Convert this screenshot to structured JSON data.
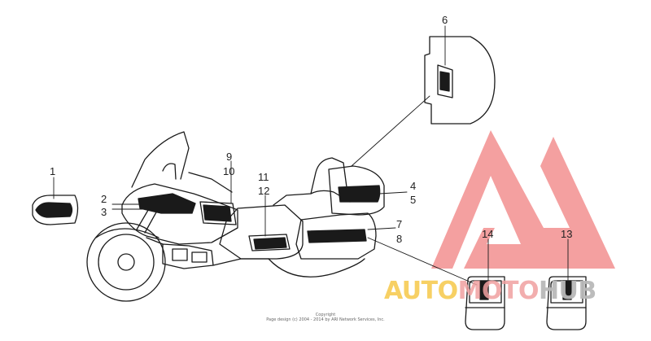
{
  "callouts": [
    "1",
    "2",
    "3",
    "4",
    "5",
    "6",
    "7",
    "8",
    "9",
    "10",
    "11",
    "12",
    "13",
    "14"
  ],
  "copyright": {
    "line1": "Copyright",
    "line2": "Page design (c) 2004 - 2014 by ARI Network Services, Inc."
  },
  "watermark": {
    "part1": "AUTO",
    "part2": "MOTO",
    "part3": "HUB",
    "colors": {
      "auto": "#f6c84a",
      "moto": "#f0a0a0",
      "hub": "#b9b9b9",
      "logo": "#f08080"
    }
  }
}
